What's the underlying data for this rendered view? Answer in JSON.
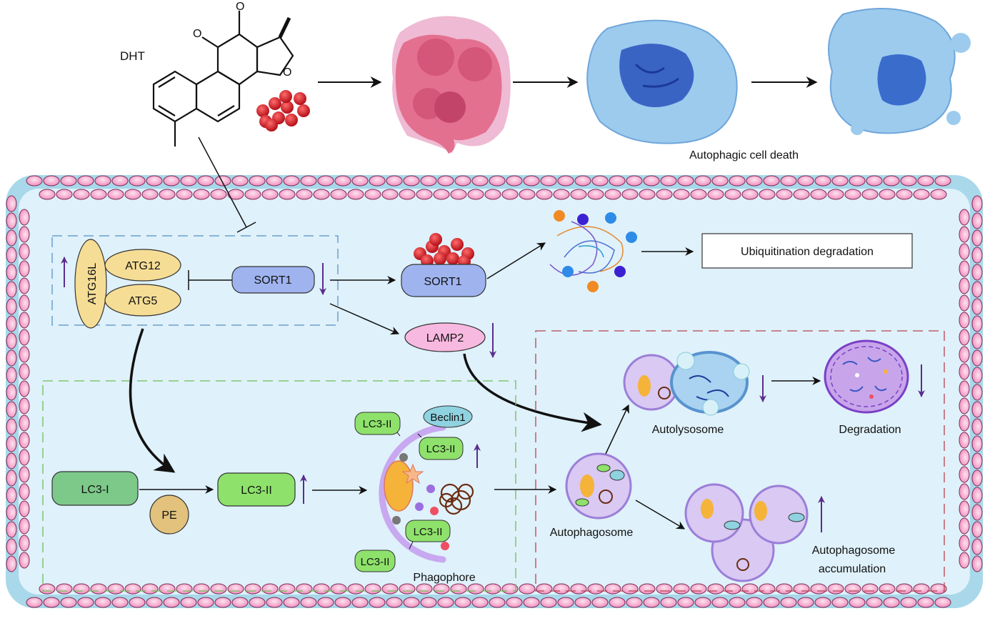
{
  "top": {
    "compound_label": "DHT",
    "cell_death_label": "Autophagic cell death"
  },
  "complex": {
    "atg16l": "ATG16L",
    "atg12": "ATG12",
    "atg5": "ATG5",
    "sort1": "SORT1",
    "sort1_bound": "SORT1",
    "ubiquitination": "Ubiquitination degradation",
    "lamp2": "LAMP2"
  },
  "lc3": {
    "lc3_i": "LC3-I",
    "pe": "PE",
    "lc3_ii": "LC3-II",
    "beclin1": "Beclin1",
    "phagophore_lc3": [
      "LC3-II",
      "LC3-II",
      "LC3-II",
      "LC3-II"
    ],
    "phagophore_label": "Phagophore"
  },
  "fate": {
    "autolysosome": "Autolysosome",
    "degradation": "Degradation",
    "autophagosome": "Autophagosome",
    "accumulation_line1": "Autophagosome",
    "accumulation_line2": "accumulation"
  },
  "colors": {
    "membrane_fill": "#a8d8ea",
    "cytoplasm": "#dff1fa",
    "bead": "#f7a8cb",
    "up_down_arrow": "#5b2d8e",
    "sort1": "#9fb4ef",
    "lamp2": "#f8b9e0",
    "atg": "#f6dd96",
    "lc3": "#8ee26b",
    "lc3_i": "#7cc98a",
    "pe": "#e2c27c"
  }
}
